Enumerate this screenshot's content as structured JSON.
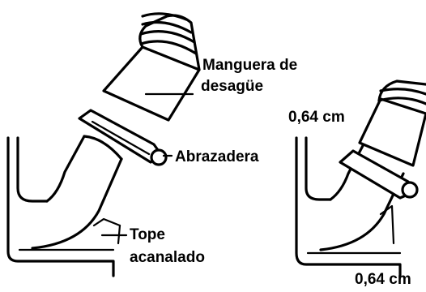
{
  "labels": {
    "hose_line1": "Manguera de",
    "hose_line2": "desagüe",
    "clamp": "Abrazadera",
    "stop_line1": "Tope",
    "stop_line2": "acanalado",
    "dim_top": "0,64 cm",
    "dim_bottom": "0,64 cm"
  },
  "colors": {
    "ink": "#000000",
    "paper": "#ffffff"
  }
}
